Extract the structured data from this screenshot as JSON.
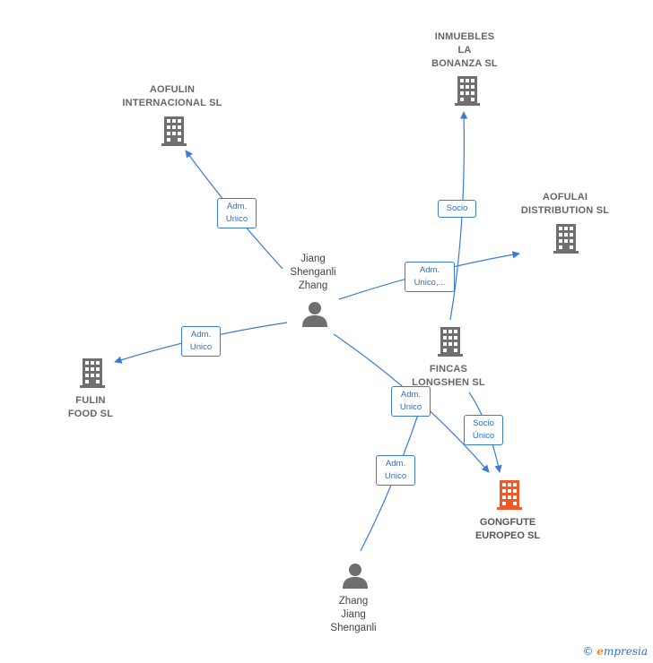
{
  "nodes": {
    "aofulin": {
      "label": "AOFULIN\nINTERNACIONAL SL",
      "kind": "company"
    },
    "inmuebles": {
      "label": "INMUEBLES\nLA\nBONANZA SL",
      "kind": "company"
    },
    "aofulai": {
      "label": "AOFULAI\nDISTRIBUTION SL",
      "kind": "company"
    },
    "jiang": {
      "label": "Jiang\nShenganli\nZhang",
      "kind": "person"
    },
    "fulin": {
      "label": "FULIN\nFOOD SL",
      "kind": "company"
    },
    "fincas": {
      "label": "FINCAS\nLONGSHEN SL",
      "kind": "company"
    },
    "gongfute": {
      "label": "GONGFUTE\nEUROPEO SL",
      "kind": "company-focus"
    },
    "zhang": {
      "label": "Zhang\nJiang\nShenganli",
      "kind": "person"
    }
  },
  "edges": {
    "e_aofulin": "Adm.\nUnico",
    "e_inmuebles": "Socio",
    "e_aofulai": "Adm.\nUnico,...",
    "e_fulin": "Adm.\nUnico",
    "e_gongfute_jiang": "Adm.\nUnico",
    "e_gongfute_fincas": "Socio\nÚnico",
    "e_gongfute_zhang": "Adm.\nUnico"
  },
  "colors": {
    "edge": "#3a7bd5",
    "company_icon": "#6f6f6f",
    "focus_icon": "#f05a28",
    "person_icon": "#6f6f6f"
  },
  "footer": {
    "copyright": "©",
    "brand_initial": "e",
    "brand_rest": "mpresia"
  }
}
